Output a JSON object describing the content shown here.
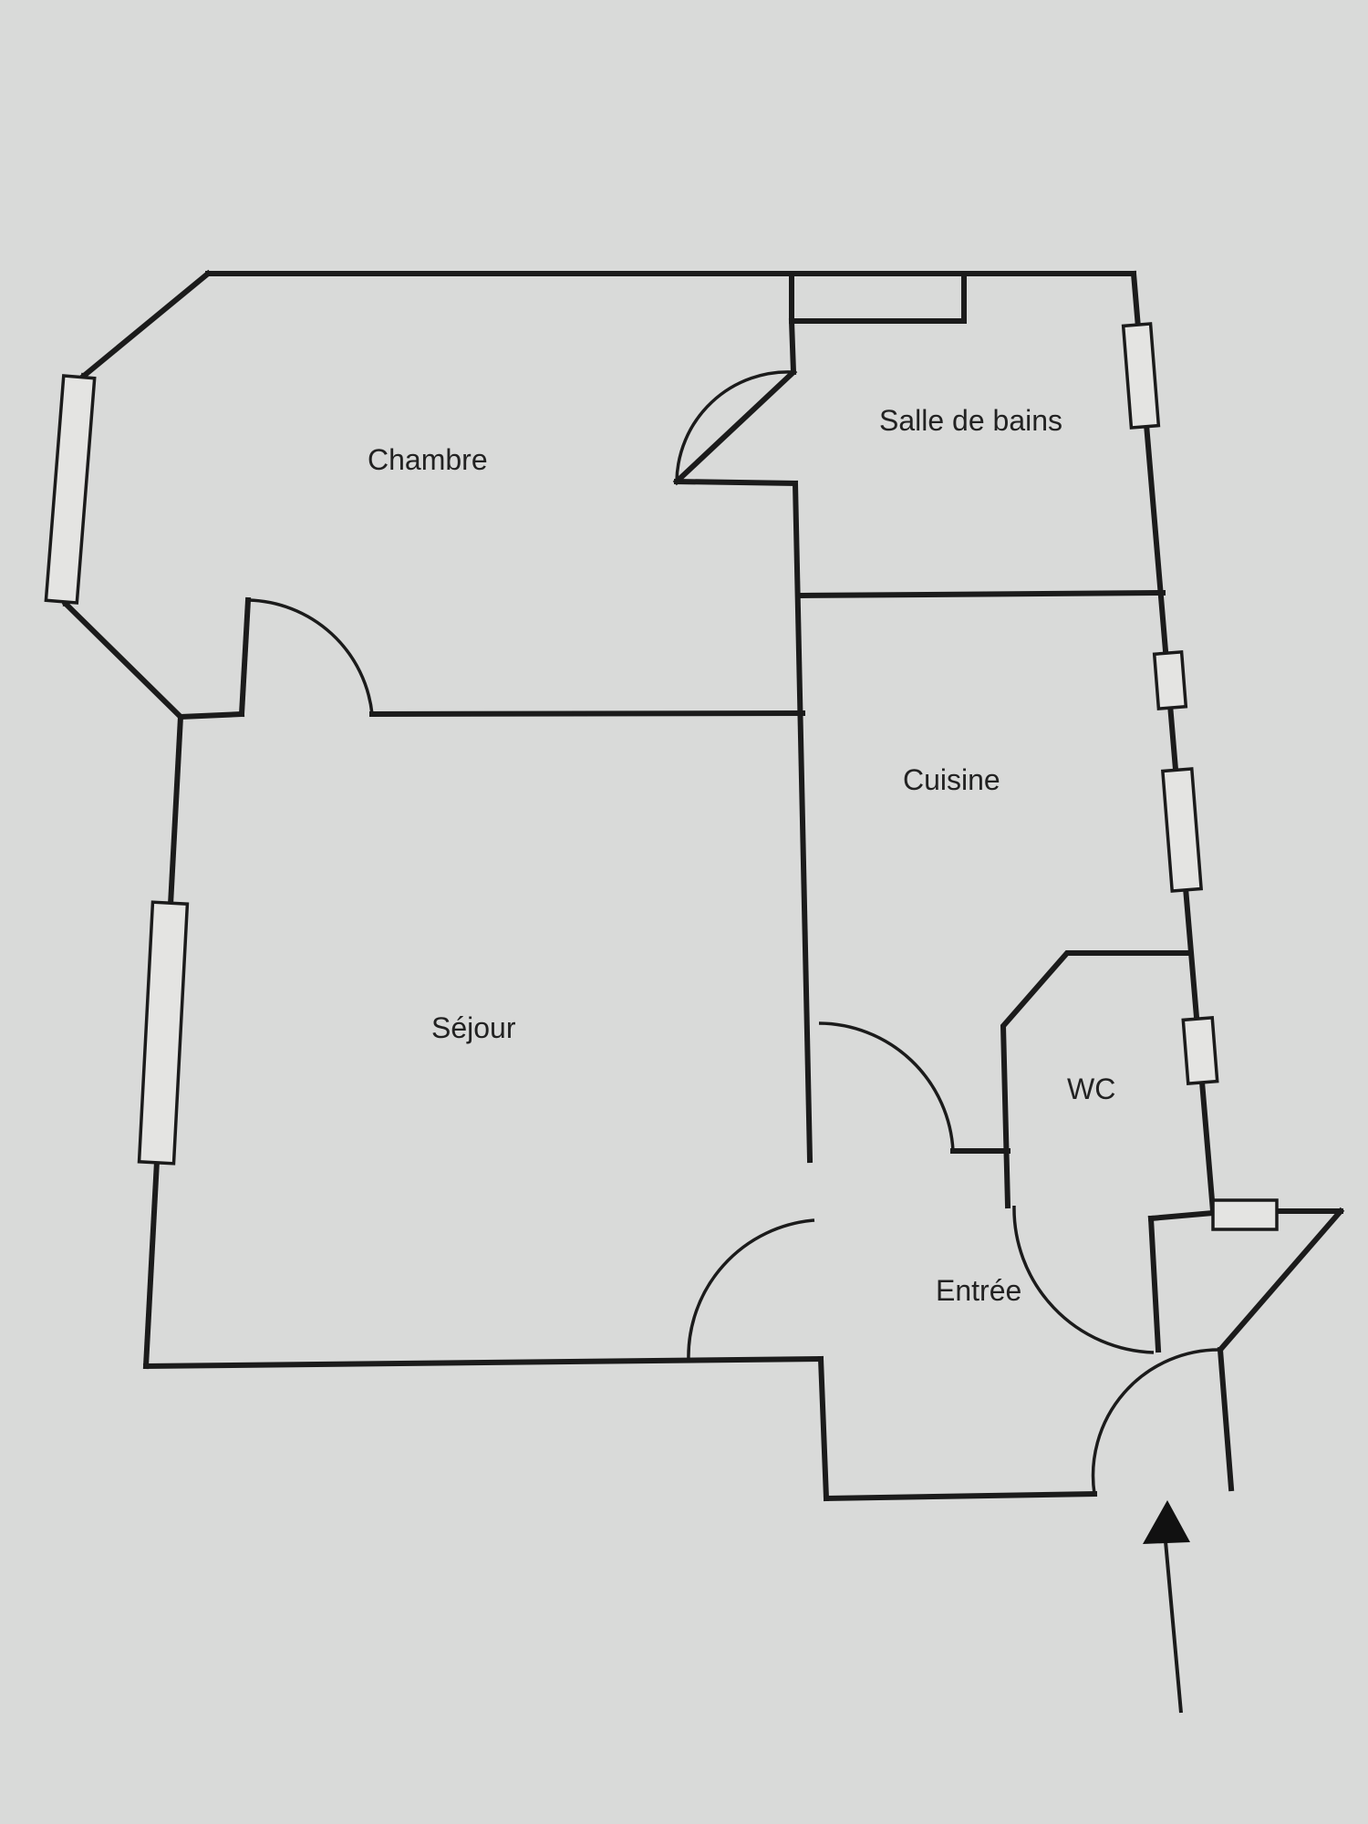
{
  "rooms": {
    "chambre": "Chambre",
    "salle_de_bains": "Salle de bains",
    "cuisine": "Cuisine",
    "sejour": "Séjour",
    "wc": "WC",
    "entree": "Entrée"
  },
  "colors": {
    "paper": "#d9dad9",
    "ink": "#1b1b1b"
  }
}
